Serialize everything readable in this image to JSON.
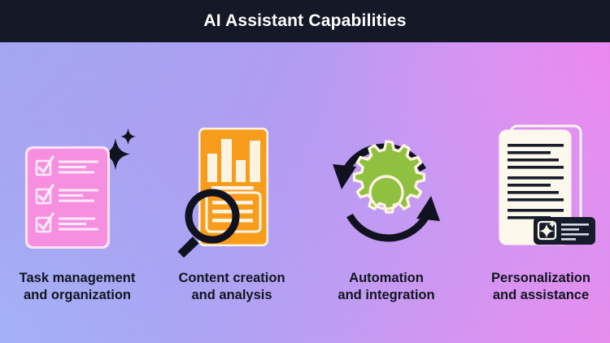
{
  "header": {
    "title": "AI Assistant Capabilities",
    "background_color": "#141827",
    "text_color": "#ffffff"
  },
  "background": {
    "gradient_from": "#a3a8f2",
    "gradient_mid": "#c49bf5",
    "gradient_to": "#e98df0",
    "description": "diagonal periwinkle-to-magenta gradient"
  },
  "capabilities": [
    {
      "icon_name": "checklist-card-icon",
      "icon_color": "#f78fe0",
      "accent_color": "#fde9f7",
      "line1": "Task management",
      "line2": "and organization"
    },
    {
      "icon_name": "document-analytics-magnifier-icon",
      "icon_color": "#f89c1c",
      "accent_color": "#fdf3e3",
      "line1": "Content creation",
      "line2": "and analysis"
    },
    {
      "icon_name": "gear-refresh-arrows-icon",
      "icon_color": "#8fc03f",
      "accent_color": "#111827",
      "line1": "Automation",
      "line2": "and integration"
    },
    {
      "icon_name": "document-stack-ai-badge-icon",
      "icon_color": "#f7f0e2",
      "accent_color": "#161b2b",
      "line1": "Personalization",
      "line2": "and assistance"
    }
  ]
}
